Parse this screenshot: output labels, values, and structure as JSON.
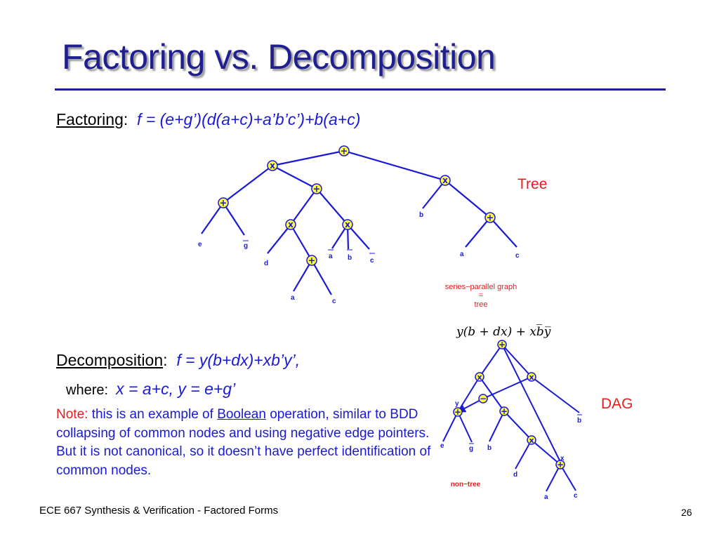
{
  "title": "Factoring vs. Decomposition",
  "factoring": {
    "label": "Factoring",
    "colon": ":",
    "formula": "f = (e+g’)(d(a+c)+a’b’c’)+b(a+c)"
  },
  "decomposition": {
    "label": "Decomposition",
    "colon": ":",
    "formula": "f = y(b+dx)+xb’y’,"
  },
  "where": {
    "label": "where:",
    "formula": "x = a+c,  y = e+g’"
  },
  "note": {
    "label": "Note:",
    "text_before": "this is an example of",
    "link": "Boolean",
    "text_after": "operation, similar to BDD collapsing of common nodes and using negative edge pointers. But it is not canonical, so it doesn’t have perfect identification of common nodes."
  },
  "tree_figure": {
    "side_label": "Tree",
    "caption_lines": [
      "series−parallel graph",
      "=",
      "tree"
    ],
    "node_ops": {
      "sum": "+",
      "product": "x"
    },
    "leaf_labels": [
      "e",
      "g",
      "d",
      "a",
      "b",
      "c",
      "a",
      "c",
      "b",
      "a",
      "c"
    ]
  },
  "dag_figure": {
    "side_label": "DAG",
    "expression": "y(b + dx) + xb̅y̅",
    "caption": "non−tree",
    "node_ops": {
      "sum": "+",
      "product": "x",
      "minus": "−"
    },
    "leaf_labels": [
      "e",
      "g",
      "b",
      "d",
      "a",
      "c",
      "b"
    ],
    "inner_labels": [
      "y",
      "x"
    ]
  },
  "footer": {
    "left": "ECE 667 Synthesis & Verification - Factored Forms",
    "page": "26"
  },
  "colors": {
    "title": "#1f1f8f",
    "formula": "#1a1ad6",
    "accent_red": "#e02020",
    "node_fill": "#ffff40"
  }
}
